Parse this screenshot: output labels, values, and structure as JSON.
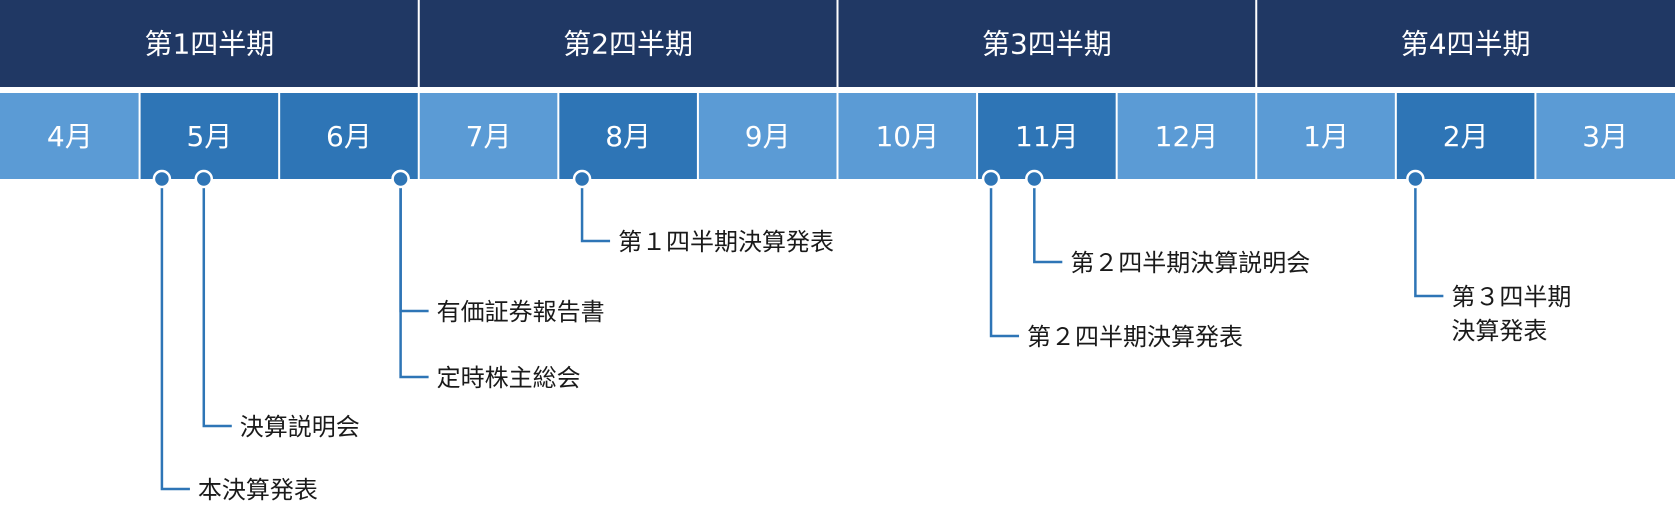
{
  "colors": {
    "quarter_bg": "#203864",
    "month_light": "#5b9bd5",
    "month_dark": "#2e75b6",
    "connector": "#2e75b6",
    "divider": "#ffffff",
    "event_text": "#1a1a1a"
  },
  "quarters": [
    {
      "label": "第1四半期"
    },
    {
      "label": "第2四半期"
    },
    {
      "label": "第3四半期"
    },
    {
      "label": "第4四半期"
    }
  ],
  "months": [
    {
      "label": "4月",
      "shade": "light"
    },
    {
      "label": "5月",
      "shade": "dark"
    },
    {
      "label": "6月",
      "shade": "dark"
    },
    {
      "label": "7月",
      "shade": "light"
    },
    {
      "label": "8月",
      "shade": "dark"
    },
    {
      "label": "9月",
      "shade": "light"
    },
    {
      "label": "10月",
      "shade": "light"
    },
    {
      "label": "11月",
      "shade": "dark"
    },
    {
      "label": "12月",
      "shade": "light"
    },
    {
      "label": "1月",
      "shade": "light"
    },
    {
      "label": "2月",
      "shade": "dark"
    },
    {
      "label": "3月",
      "shade": "light"
    }
  ],
  "events": [
    {
      "month": "5月",
      "lines": [
        "本決算発表"
      ]
    },
    {
      "month": "5月",
      "lines": [
        "決算説明会"
      ]
    },
    {
      "month": "6月",
      "lines": [
        "有価証券報告書"
      ]
    },
    {
      "month": "6月",
      "lines": [
        "定時株主総会"
      ]
    },
    {
      "month": "8月",
      "lines": [
        "第１四半期決算発表"
      ]
    },
    {
      "month": "11月",
      "lines": [
        "第２四半期決算発表"
      ]
    },
    {
      "month": "11月",
      "lines": [
        "第２四半期決算説明会"
      ]
    },
    {
      "month": "2月",
      "lines": [
        "第３四半期",
        "決算発表"
      ]
    }
  ]
}
